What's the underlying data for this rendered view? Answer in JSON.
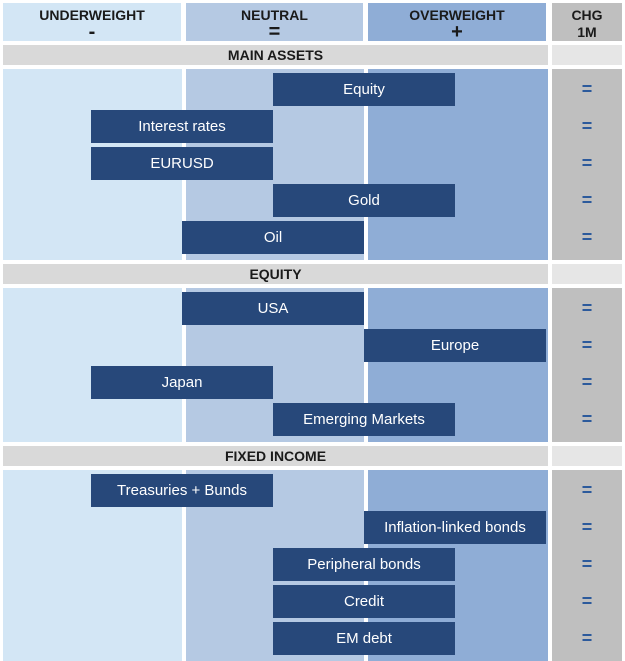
{
  "header": {
    "underweight": {
      "label": "UNDERWEIGHT",
      "sign": "-"
    },
    "neutral": {
      "label": "NEUTRAL",
      "sign": "="
    },
    "overweight": {
      "label": "OVERWEIGHT",
      "sign": "+"
    },
    "chg": {
      "line1": "CHG",
      "line2": "1M"
    }
  },
  "colors": {
    "underweight_bg": "#d3e6f5",
    "neutral_bg": "#b5c9e3",
    "overweight_bg": "#8fadd6",
    "chg_bg": "#bfbfbf",
    "bar": "#27487a",
    "section_band": "#d9d9d9",
    "chg_text": "#2c5a9c"
  },
  "chart_data": {
    "type": "table",
    "scale": [
      "UNDERWEIGHT",
      "NEUTRAL",
      "OVERWEIGHT"
    ],
    "sections": [
      {
        "title": "MAIN ASSETS",
        "rows": [
          {
            "label": "Equity",
            "range": [
              1,
              2
            ],
            "chg": "="
          },
          {
            "label": "Interest rates",
            "range": [
              0,
              1
            ],
            "chg": "="
          },
          {
            "label": "EURUSD",
            "range": [
              0,
              1
            ],
            "chg": "="
          },
          {
            "label": "Gold",
            "range": [
              1,
              2
            ],
            "chg": "="
          },
          {
            "label": "Oil",
            "range": [
              0.5,
              1.5
            ],
            "chg": "="
          }
        ]
      },
      {
        "title": "EQUITY",
        "rows": [
          {
            "label": "USA",
            "range": [
              0.5,
              1.5
            ],
            "chg": "="
          },
          {
            "label": "Europe",
            "range": [
              1.5,
              2.5
            ],
            "chg": "="
          },
          {
            "label": "Japan",
            "range": [
              0,
              1
            ],
            "chg": "="
          },
          {
            "label": "Emerging Markets",
            "range": [
              1,
              2
            ],
            "chg": "="
          }
        ]
      },
      {
        "title": "FIXED INCOME",
        "rows": [
          {
            "label": "Treasuries + Bunds",
            "range": [
              0,
              1
            ],
            "chg": "="
          },
          {
            "label": "Inflation-linked bonds",
            "range": [
              1.5,
              2.5
            ],
            "chg": "="
          },
          {
            "label": "Peripheral bonds",
            "range": [
              1,
              2
            ],
            "chg": "="
          },
          {
            "label": "Credit",
            "range": [
              1,
              2
            ],
            "chg": "="
          },
          {
            "label": "EM debt",
            "range": [
              1,
              2
            ],
            "chg": "="
          }
        ]
      }
    ]
  }
}
